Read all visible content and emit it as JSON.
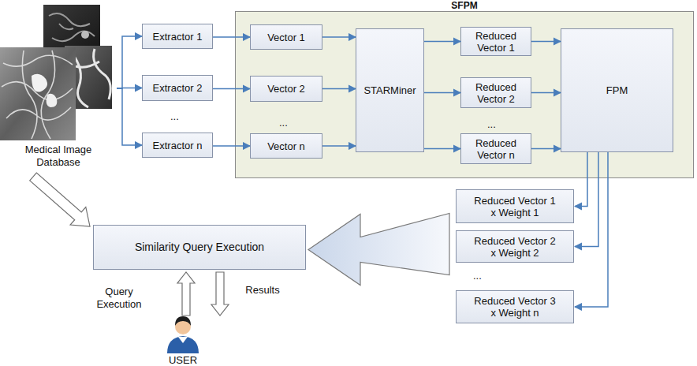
{
  "diagram": {
    "nodes": [
      {
        "text": [
          "Medical Image Database"
        ]
      },
      {
        "text": [
          "SFPM"
        ]
      },
      {
        "text": [
          "Extractor 1"
        ]
      },
      {
        "text": [
          "Extractor 2"
        ]
      },
      {
        "text": [
          "Extractor n"
        ]
      },
      {
        "text": [
          "Vector 1"
        ],
        "in": 1
      },
      {
        "text": [
          "Vector 2"
        ],
        "in": 1
      },
      {
        "text": [
          "Vector n"
        ],
        "in": 1
      },
      {
        "text": [
          "STARMiner"
        ],
        "in": 1
      },
      {
        "text": [
          "Reduced Vector 1"
        ],
        "in": 1
      },
      {
        "text": [
          "Reduced Vector 2"
        ],
        "in": 1
      },
      {
        "text": [
          "Reduced Vector n"
        ],
        "in": 1
      },
      {
        "text": [
          "FPM"
        ],
        "in": 1
      },
      {
        "text": [
          "Reduced Vector 1 x Weight 1"
        ]
      },
      {
        "text": [
          "Reduced Vector 2 x Weight 2"
        ]
      },
      {
        "text": [
          "Reduced Vector 3 x Weight n"
        ]
      },
      {
        "text": [
          "Similarity Query Execution"
        ]
      },
      {
        "text": [
          "USER"
        ]
      }
    ],
    "edges": [
      {
        "from": 0,
        "to": 2,
        "arrow": "to"
      },
      {
        "from": 0,
        "to": 3,
        "arrow": "to"
      },
      {
        "from": 0,
        "to": 4,
        "arrow": "to"
      },
      {
        "from": 2,
        "to": 5,
        "arrow": "to"
      },
      {
        "from": 3,
        "to": 6,
        "arrow": "to"
      },
      {
        "from": 4,
        "to": 7,
        "arrow": "to"
      },
      {
        "from": 5,
        "to": 8,
        "arrow": "to"
      },
      {
        "from": 6,
        "to": 8,
        "arrow": "to"
      },
      {
        "from": 7,
        "to": 8,
        "arrow": "to"
      },
      {
        "from": 8,
        "to": 9,
        "arrow": "to"
      },
      {
        "from": 8,
        "to": 10,
        "arrow": "to"
      },
      {
        "from": 8,
        "to": 11,
        "arrow": "to"
      },
      {
        "from": 9,
        "to": 12,
        "arrow": "to"
      },
      {
        "from": 10,
        "to": 12,
        "arrow": "to"
      },
      {
        "from": 11,
        "to": 12,
        "arrow": "to"
      },
      {
        "from": 12,
        "to": 13,
        "arrow": "to"
      },
      {
        "from": 12,
        "to": 14,
        "arrow": "to"
      },
      {
        "from": 12,
        "to": 15,
        "arrow": "to"
      },
      {
        "from": 14,
        "to": 16,
        "arrow": "to"
      },
      {
        "from": 0,
        "to": 16,
        "arrow": "to"
      },
      {
        "from": 17,
        "to": 16,
        "label": "Query Execution",
        "arrow": "to"
      },
      {
        "from": 16,
        "to": 17,
        "label": "Results",
        "arrow": "to"
      }
    ],
    "labels": [
      "...",
      "...",
      "...",
      "..."
    ]
  }
}
